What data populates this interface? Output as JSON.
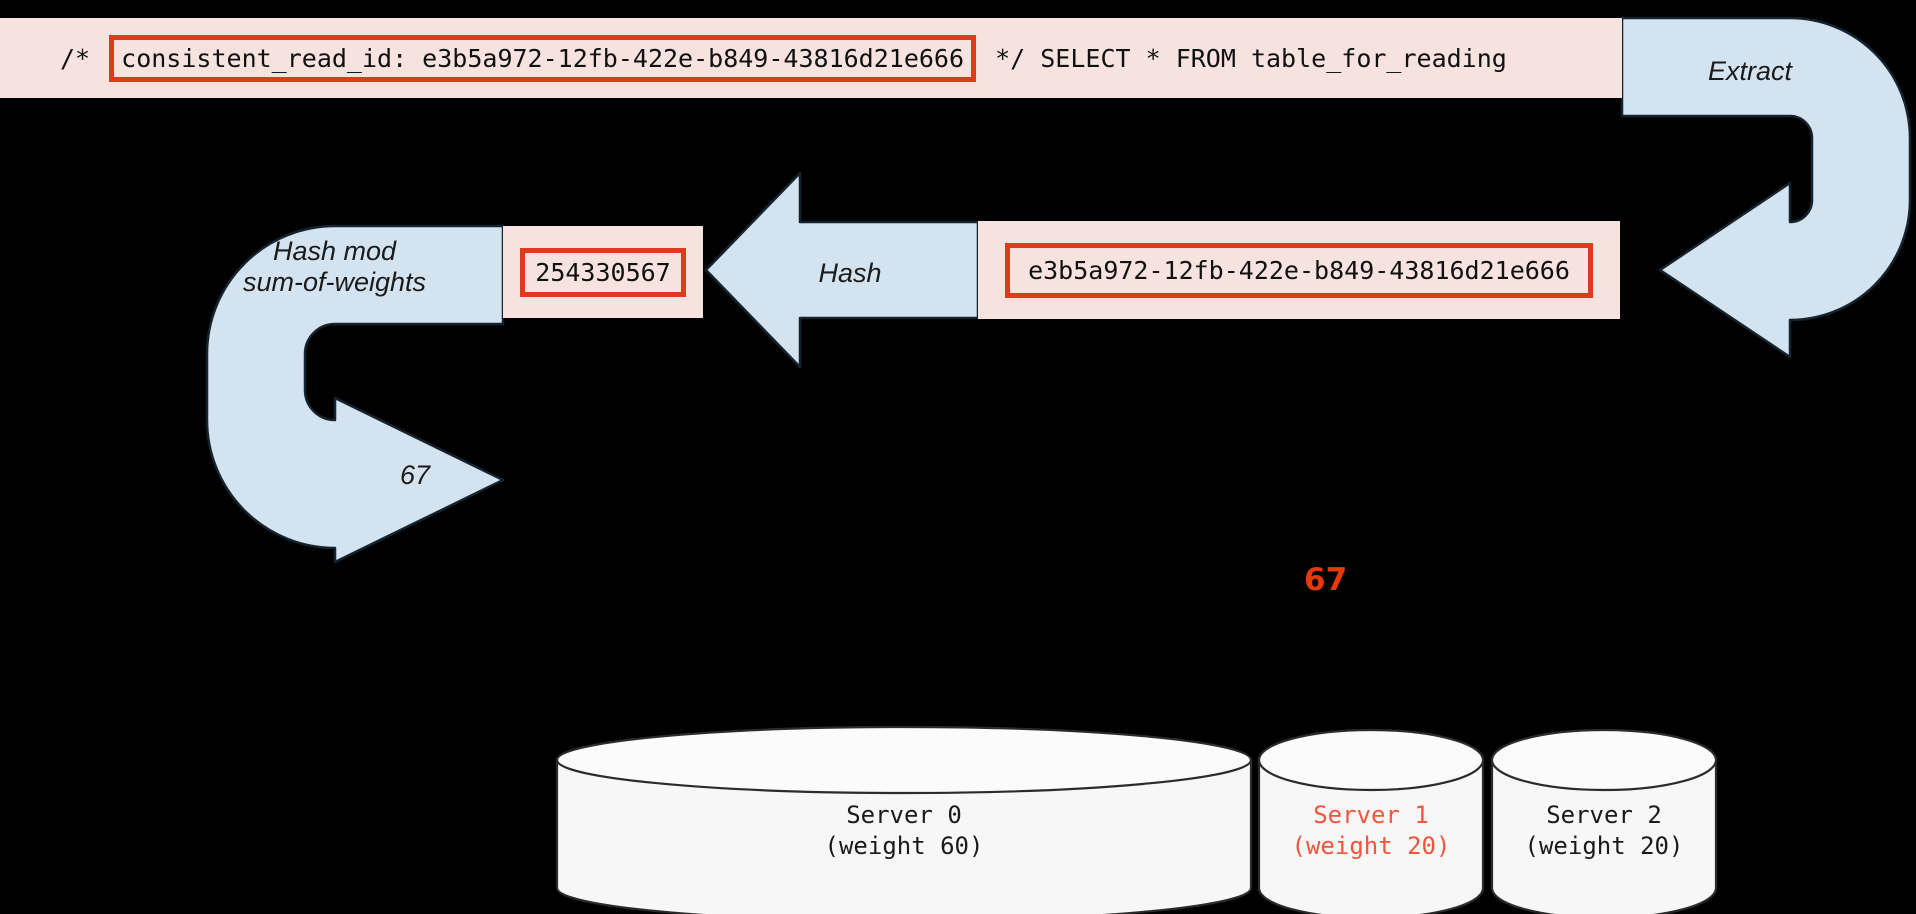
{
  "colors": {
    "background": "#000000",
    "pink_panel": "#f6e2df",
    "highlight_red": "#e03a1e",
    "arrow_blue": "#d4e3f0",
    "arrow_stroke": "#14232e",
    "cylinder_fill": "#f7f7f7",
    "cylinder_stroke": "#2b2b2b",
    "marker_red": "#e8380d",
    "server_hot": "#f2553d"
  },
  "sql_bar": {
    "prefix": "/* ",
    "highlighted": "consistent_read_id: e3b5a972-12fb-422e-b849-43816d21e666",
    "suffix": " */ SELECT * FROM table_for_reading"
  },
  "steps": {
    "extract_label": "Extract",
    "hash_label": "Hash",
    "mod_label_line1": "Hash mod",
    "mod_label_line2": "sum-of-weights",
    "mod_result_label": "67"
  },
  "values": {
    "uuid": "e3b5a972-12fb-422e-b849-43816d21e666",
    "hash_number": "254330567",
    "selected_point": "67"
  },
  "servers": [
    {
      "name": "Server 0",
      "weight_label": "(weight 60)",
      "weight": 60,
      "selected": false
    },
    {
      "name": "Server 1",
      "weight_label": "(weight 20)",
      "weight": 20,
      "selected": true
    },
    {
      "name": "Server 2",
      "weight_label": "(weight 20)",
      "weight": 20,
      "selected": false
    }
  ]
}
